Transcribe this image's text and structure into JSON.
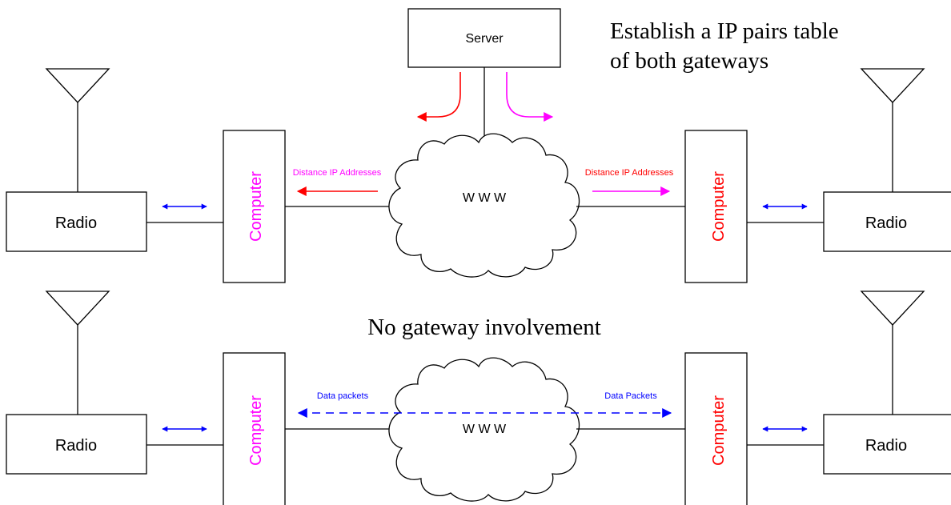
{
  "top_section": {
    "server_label": "Server",
    "note_line1": "Establish a IP pairs table",
    "note_line2": "of both gateways",
    "radio_left_label": "Radio",
    "radio_right_label": "Radio",
    "computer_left_label": "Computer",
    "computer_right_label": "Computer",
    "cloud_label": "W W W",
    "left_arrow_label": "Distance IP Addresses",
    "right_arrow_label": "Distance IP Addresses"
  },
  "bottom_section": {
    "title": "No gateway involvement",
    "radio_left_label": "Radio",
    "radio_right_label": "Radio",
    "computer_left_label": "Computer",
    "computer_right_label": "Computer",
    "cloud_label": "W W W",
    "left_arrow_label": "Data packets",
    "right_arrow_label": "Data Packets"
  },
  "colors": {
    "magenta": "#ff00ff",
    "red": "#ff0000",
    "blue": "#0000ff"
  }
}
